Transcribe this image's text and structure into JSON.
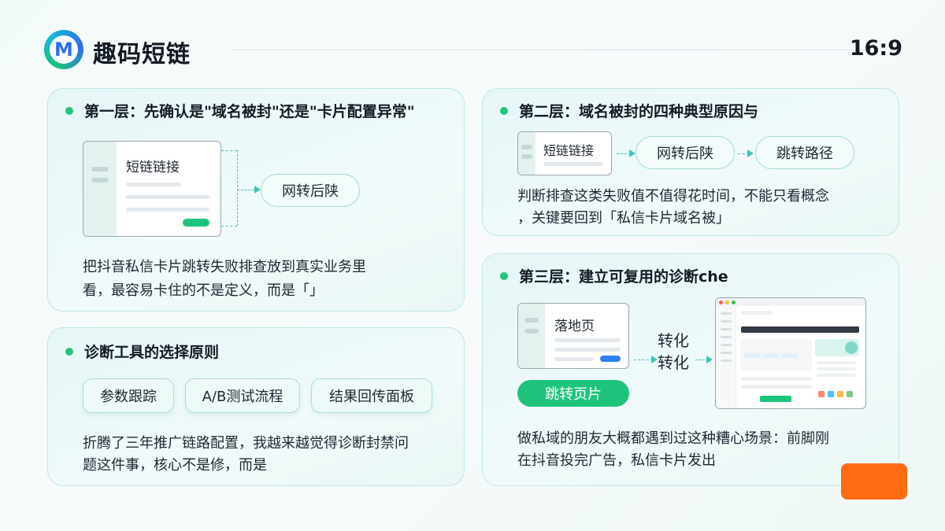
{
  "header": {
    "logo_letter": "M",
    "brand": "趣码短链",
    "ratio": "16:9"
  },
  "colors": {
    "accent_green": "#1fc47c",
    "accent_teal": "#3fc6b9",
    "orange": "#ff6a12"
  },
  "card1": {
    "title": "第一层：先确认是\"域名被封\"还是\"卡片配置异常\"",
    "window_label": "短链链接",
    "pill": "网转后陕",
    "text_line1": "把抖音私信卡片跳转失败排查放到真实业务里",
    "text_line2": "看，最容易卡住的不是定义，而是「」"
  },
  "card2": {
    "title": "诊断工具的选择原则",
    "tags": [
      "参数跟踪",
      "A/B测试流程",
      "结果回传面板"
    ],
    "text_line1": "折腾了三年推广链路配置，我越来越觉得诊断封禁问",
    "text_line2": "题这件事，核心不是修，而是"
  },
  "card3": {
    "title": "第二层：域名被封的四种典型原因与",
    "window_label": "短链链接",
    "pill1": "网转后陕",
    "pill2": "跳转路径",
    "text_line1": "判断排查这类失败值不值得花时间，不能只看概念",
    "text_line2": "，关键要回到「私信卡片域名被」"
  },
  "card4": {
    "title": "第三层：建立可复用的诊断che",
    "window_label": "落地页",
    "mid_label1": "转化",
    "mid_label2": "转化",
    "button": "跳转页片",
    "text_line1": "做私域的朋友大概都遇到过这种糟心场景：前脚刚",
    "text_line2": "在抖音投完广告，私信卡片发出"
  }
}
